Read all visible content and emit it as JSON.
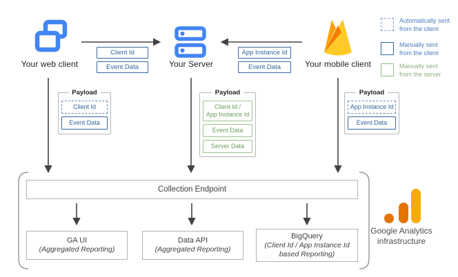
{
  "clients": {
    "web": {
      "label": "Your web client"
    },
    "server": {
      "label": "Your Server"
    },
    "mobile": {
      "label": "Your mobile client"
    }
  },
  "flows": {
    "web_to_server": {
      "items": [
        {
          "label": "Client Id"
        },
        {
          "label": "Event Data"
        }
      ]
    },
    "mobile_to_server": {
      "items": [
        {
          "label": "App Instance Id"
        },
        {
          "label": "Event Data"
        }
      ]
    }
  },
  "payload_title": "Payload",
  "payloads": {
    "web": {
      "items": [
        {
          "label": "Client Id",
          "style": "dashed-blue"
        },
        {
          "label": "Event Data",
          "style": "blue"
        }
      ]
    },
    "server": {
      "items": [
        {
          "label": "Client Id /\nApp Instance Id",
          "style": "green"
        },
        {
          "label": "Event Data",
          "style": "green"
        },
        {
          "label": "Server Data",
          "style": "green"
        }
      ]
    },
    "mobile": {
      "items": [
        {
          "label": "App Instance Id",
          "style": "dashed-blue"
        },
        {
          "label": "Event Data",
          "style": "blue"
        }
      ]
    }
  },
  "legend": {
    "items": [
      {
        "label": "Automatically sent\nfrom the client",
        "swatch": "dashed-blue"
      },
      {
        "label": "Manually sent\nfrom the client",
        "swatch": "blue"
      },
      {
        "label": "Manually sent\nfrom the server",
        "swatch": "green"
      }
    ]
  },
  "infrastructure": {
    "collection_endpoint": "Collection Endpoint",
    "outputs": [
      {
        "title": "GA UI",
        "subtitle": "(Aggregated Reporting)"
      },
      {
        "title": "Data API",
        "subtitle": "(Aggregated Reporting)"
      },
      {
        "title": "BigQuery",
        "subtitle": "(Client Id / App Instance Id\nbased Reporting)"
      }
    ],
    "brand": {
      "label": "Google Analytics\ninfrastructure"
    }
  },
  "colors": {
    "icon_blue": "#4285F4",
    "box_blue_border": "#34699e",
    "box_blue_text": "#2f669c",
    "box_green_border": "#9cc38c",
    "box_green_text": "#69a05c",
    "legend_blue_text": "#4a7cba",
    "legend_green_text": "#8fb07f",
    "line_gray": "#424242",
    "border_gray": "#b3b3b3",
    "firebase_yellow": "#FFCA28",
    "firebase_dark_orange": "#F57C00",
    "firebase_amber": "#FFA000",
    "ga_dark_orange": "#E37400",
    "ga_amber": "#F9AB00"
  }
}
